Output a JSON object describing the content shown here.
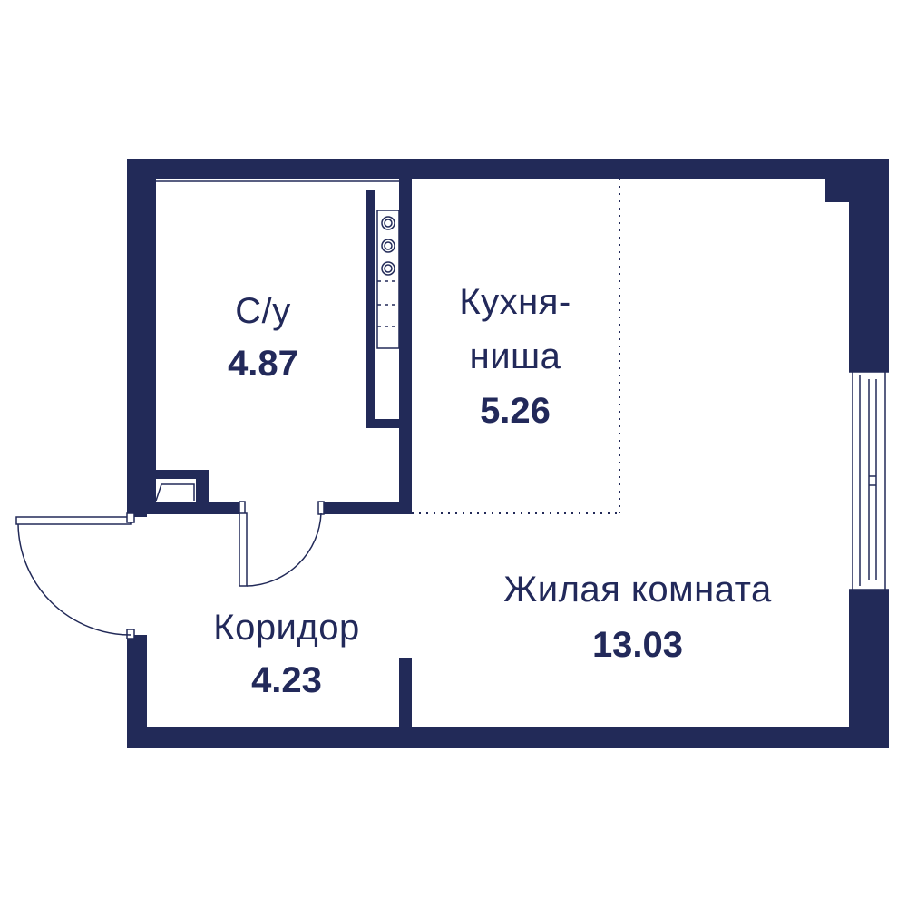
{
  "plan": {
    "colors": {
      "wall": "#222a58",
      "background": "#ffffff",
      "text": "#22295a"
    },
    "rooms": [
      {
        "name": "С/у",
        "area": "4.87"
      },
      {
        "name_line1": "Кухня-",
        "name_line2": "ниша",
        "area": "5.26"
      },
      {
        "name": "Жилая комната",
        "area": "13.03"
      },
      {
        "name": "Коридор",
        "area": "4.23"
      }
    ]
  }
}
